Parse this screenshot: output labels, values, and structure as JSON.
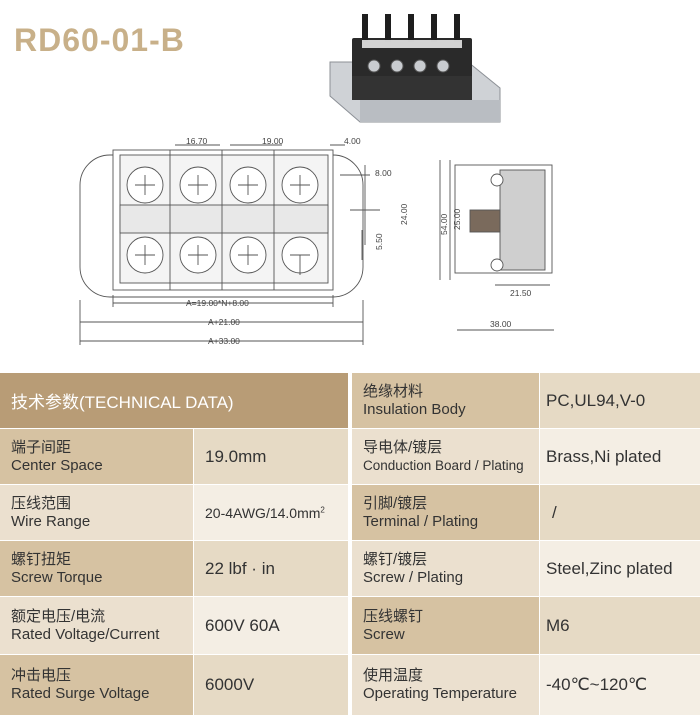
{
  "title": "RD60-01-B",
  "drawing": {
    "dims": {
      "pitch_top": "16.70",
      "pitch_mid": "19.00",
      "edge": "4.00",
      "d8": "8.00",
      "d24": "24.00",
      "d55": "5.50",
      "a19": "A=19.00*N+8.00",
      "a21": "A+21.00",
      "a33": "A+33.00",
      "h54": "54.00",
      "h25": "25.00",
      "w2150": "21.50",
      "w38": "38.00"
    }
  },
  "table": {
    "header": "技术参数(TECHNICAL DATA)",
    "left_rows": [
      {
        "cn": "端子间距",
        "en": "Center Space",
        "value": "19.0mm"
      },
      {
        "cn": "压线范围",
        "en": "Wire Range",
        "value": "20-4AWG/14.0mm",
        "sup": "2"
      },
      {
        "cn": "螺钉扭矩",
        "en": "Screw Torque",
        "value": "22 lbf · in"
      },
      {
        "cn": "额定电压/电流",
        "en": "Rated Voltage/Current",
        "value": "600V 60A"
      },
      {
        "cn": "冲击电压",
        "en": "Rated Surge Voltage",
        "value": "6000V"
      }
    ],
    "right_rows": [
      {
        "cn": "绝缘材料",
        "en": "Insulation Body",
        "value": "PC,UL94,V-0"
      },
      {
        "cn": "导电体/镀层",
        "en": "Conduction Board / Plating",
        "value": "Brass,Ni plated"
      },
      {
        "cn": "引脚/镀层",
        "en": "Terminal / Plating",
        "value": "/"
      },
      {
        "cn": "螺钉/镀层",
        "en": "Screw / Plating",
        "value": "Steel,Zinc plated"
      },
      {
        "cn": "压线螺钉",
        "en": "Screw",
        "value": "M6"
      },
      {
        "cn": "使用温度",
        "en": "Operating Temperature",
        "value": "-40℃~120℃"
      }
    ]
  }
}
